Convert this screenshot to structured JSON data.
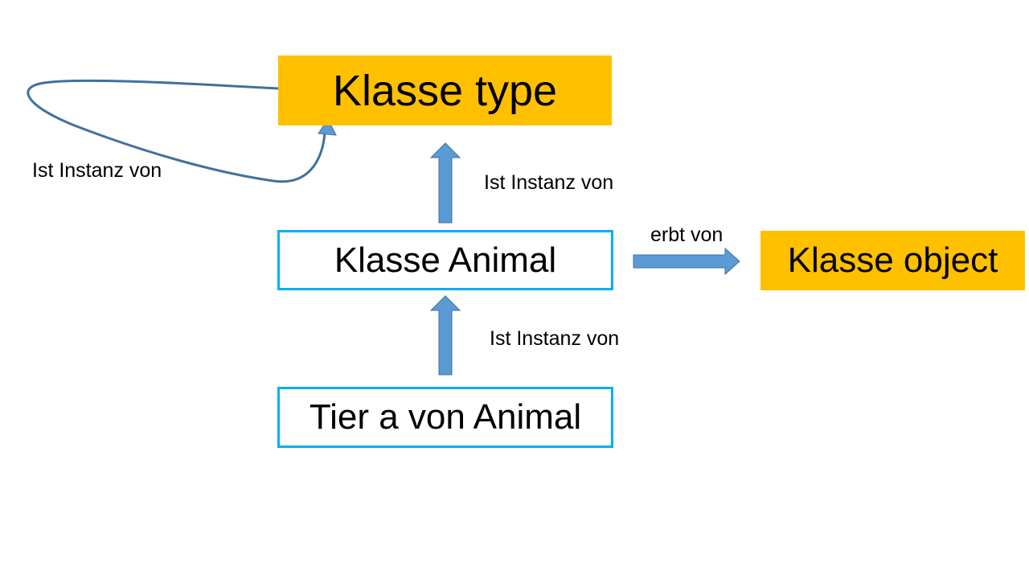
{
  "colors": {
    "fill": "#FFC000",
    "border": "#00B0F0",
    "arrow_fill": "#5B9BD5",
    "arrow_stroke": "#41719C",
    "loop_stroke": "#41719C"
  },
  "nodes": {
    "type_class": "Klasse type",
    "animal_class": "Klasse Animal",
    "object_class": "Klasse object",
    "animal_instance": "Tier a von Animal"
  },
  "edges": {
    "type_self": "Ist Instanz von",
    "animal_to_type": "Ist Instanz von",
    "animal_to_object": "erbt von",
    "instance_to_animal": "Ist Instanz von"
  }
}
